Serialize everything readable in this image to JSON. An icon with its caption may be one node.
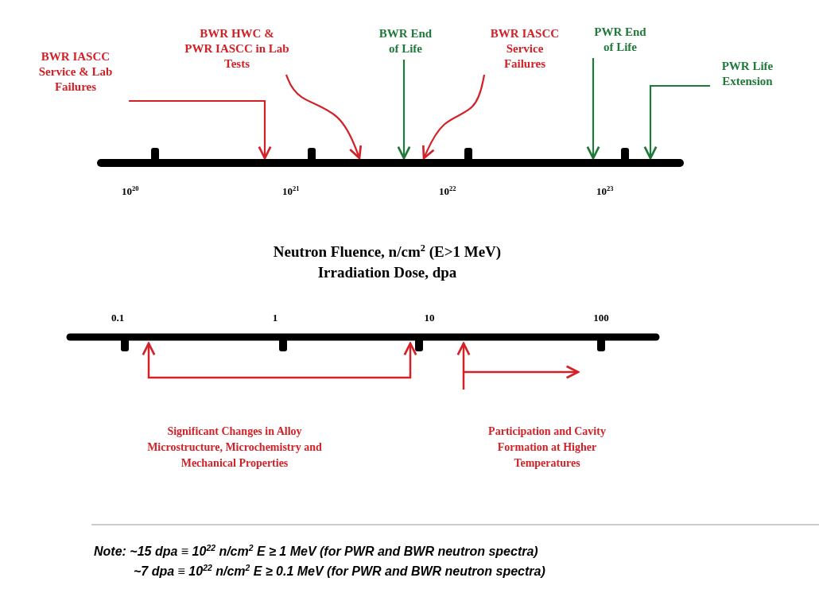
{
  "diagram": {
    "nodes": [
      {
        "text": [
          "BWR IASCC Service & Lab Failures"
        ]
      },
      {
        "text": [
          "BWR HWC & PWR IASCC in Lab Tests"
        ]
      },
      {
        "text": [
          "BWR End of Life"
        ]
      },
      {
        "text": [
          "BWR IASCC Service Failures"
        ]
      },
      {
        "text": [
          "PWR End of Life"
        ]
      },
      {
        "text": [
          "PWR Life Extension"
        ]
      },
      {
        "text": [],
        "shape": "bar"
      }
    ],
    "edges": [
      {
        "from": 0,
        "to": 6,
        "arrow": "to",
        "color": "#d42027"
      },
      {
        "from": 1,
        "to": 6,
        "arrow": "to",
        "color": "#d42027"
      },
      {
        "from": 2,
        "to": 6,
        "arrow": "to",
        "color": "#1f7a3a"
      },
      {
        "from": 3,
        "to": 6,
        "arrow": "to",
        "color": "#d42027"
      },
      {
        "from": 4,
        "to": 6,
        "arrow": "to",
        "color": "#1f7a3a"
      },
      {
        "from": 5,
        "to": 6,
        "arrow": "to",
        "color": "#1f7a3a"
      }
    ],
    "labels": [
      "10$^{20}$",
      "10$^{21}$",
      "10$^{22}$",
      "10$^{23}$",
      "Neutron Fluence, n/cm$^{2}$ (E>1 MeV)",
      "Irradiation Dose, dpa",
      "0.1",
      "1",
      "10",
      "100",
      "Significant Changes in Alloy Microstructure, Microchemistry and Mechanical Properties",
      "Participation and Cavity Formation at Higher Temperatures",
      "Note: ~15 dpa ≡ 10$^{22}$ n/cm$^{2}$ E ≥ 1 MeV (for PWR and BWR neutron spectra)",
      "~7 dpa ≡ 10$^{22}$ n/cm$^{2}$ E ≥ 0.1 MeV (for PWR and BWR neutron spectra)"
    ]
  }
}
